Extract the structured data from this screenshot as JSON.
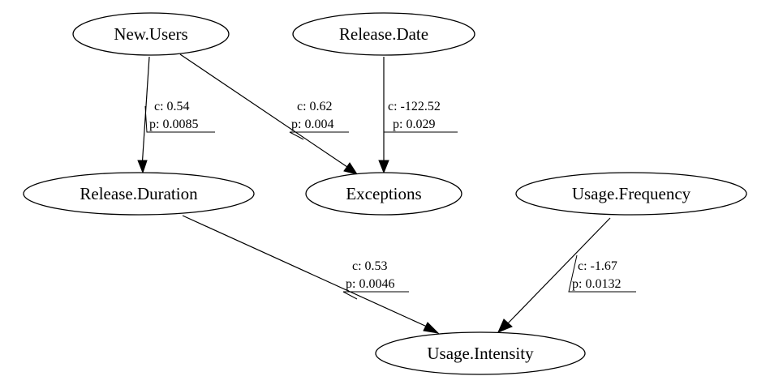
{
  "nodes": {
    "new_users": "New.Users",
    "release_date": "Release.Date",
    "release_duration": "Release.Duration",
    "exceptions": "Exceptions",
    "usage_frequency": "Usage.Frequency",
    "usage_intensity": "Usage.Intensity"
  },
  "edges": {
    "new_users_to_release_duration": {
      "from": "New.Users",
      "to": "Release.Duration",
      "c": "c: 0.54",
      "p": "p: 0.0085"
    },
    "new_users_to_exceptions": {
      "from": "New.Users",
      "to": "Exceptions",
      "c": "c: 0.62",
      "p": "p: 0.004"
    },
    "release_date_to_exceptions": {
      "from": "Release.Date",
      "to": "Exceptions",
      "c": "c: -122.52",
      "p": "p: 0.029"
    },
    "release_duration_to_usage_intensity": {
      "from": "Release.Duration",
      "to": "Usage.Intensity",
      "c": "c: 0.53",
      "p": "p: 0.0046"
    },
    "usage_frequency_to_usage_intensity": {
      "from": "Usage.Frequency",
      "to": "Usage.Intensity",
      "c": "c: -1.67",
      "p": "p: 0.0132"
    }
  }
}
